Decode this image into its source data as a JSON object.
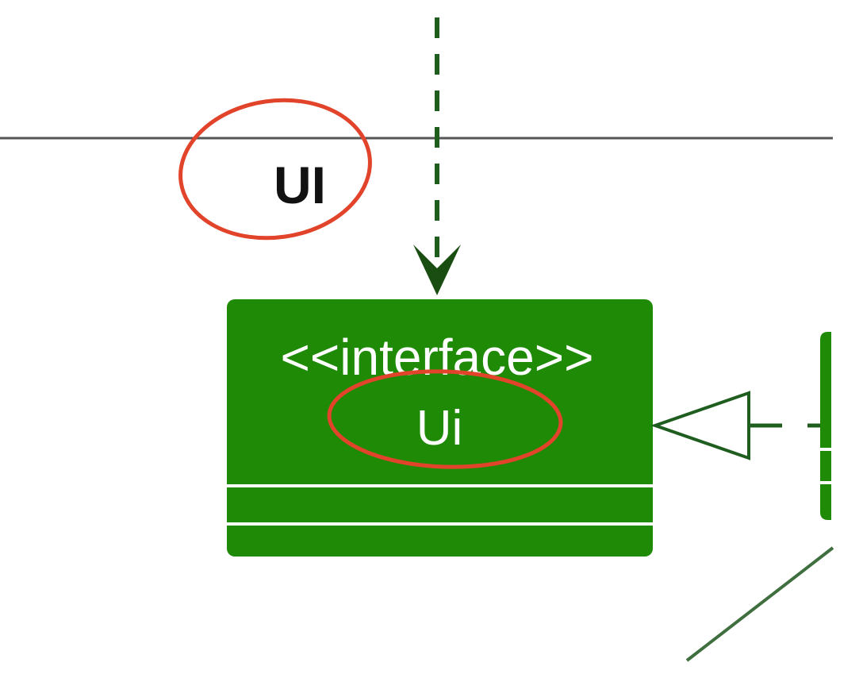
{
  "package": {
    "label": "UI"
  },
  "interface_box": {
    "stereotype": "<<interface>>",
    "name": "Ui"
  },
  "colors": {
    "box_fill": "#1e8a06",
    "box_text": "#ffffff",
    "arrow": "#1f5e1f",
    "package_line": "#555555",
    "annotation": "#e2442b",
    "edge_line": "#3f6e3f"
  }
}
